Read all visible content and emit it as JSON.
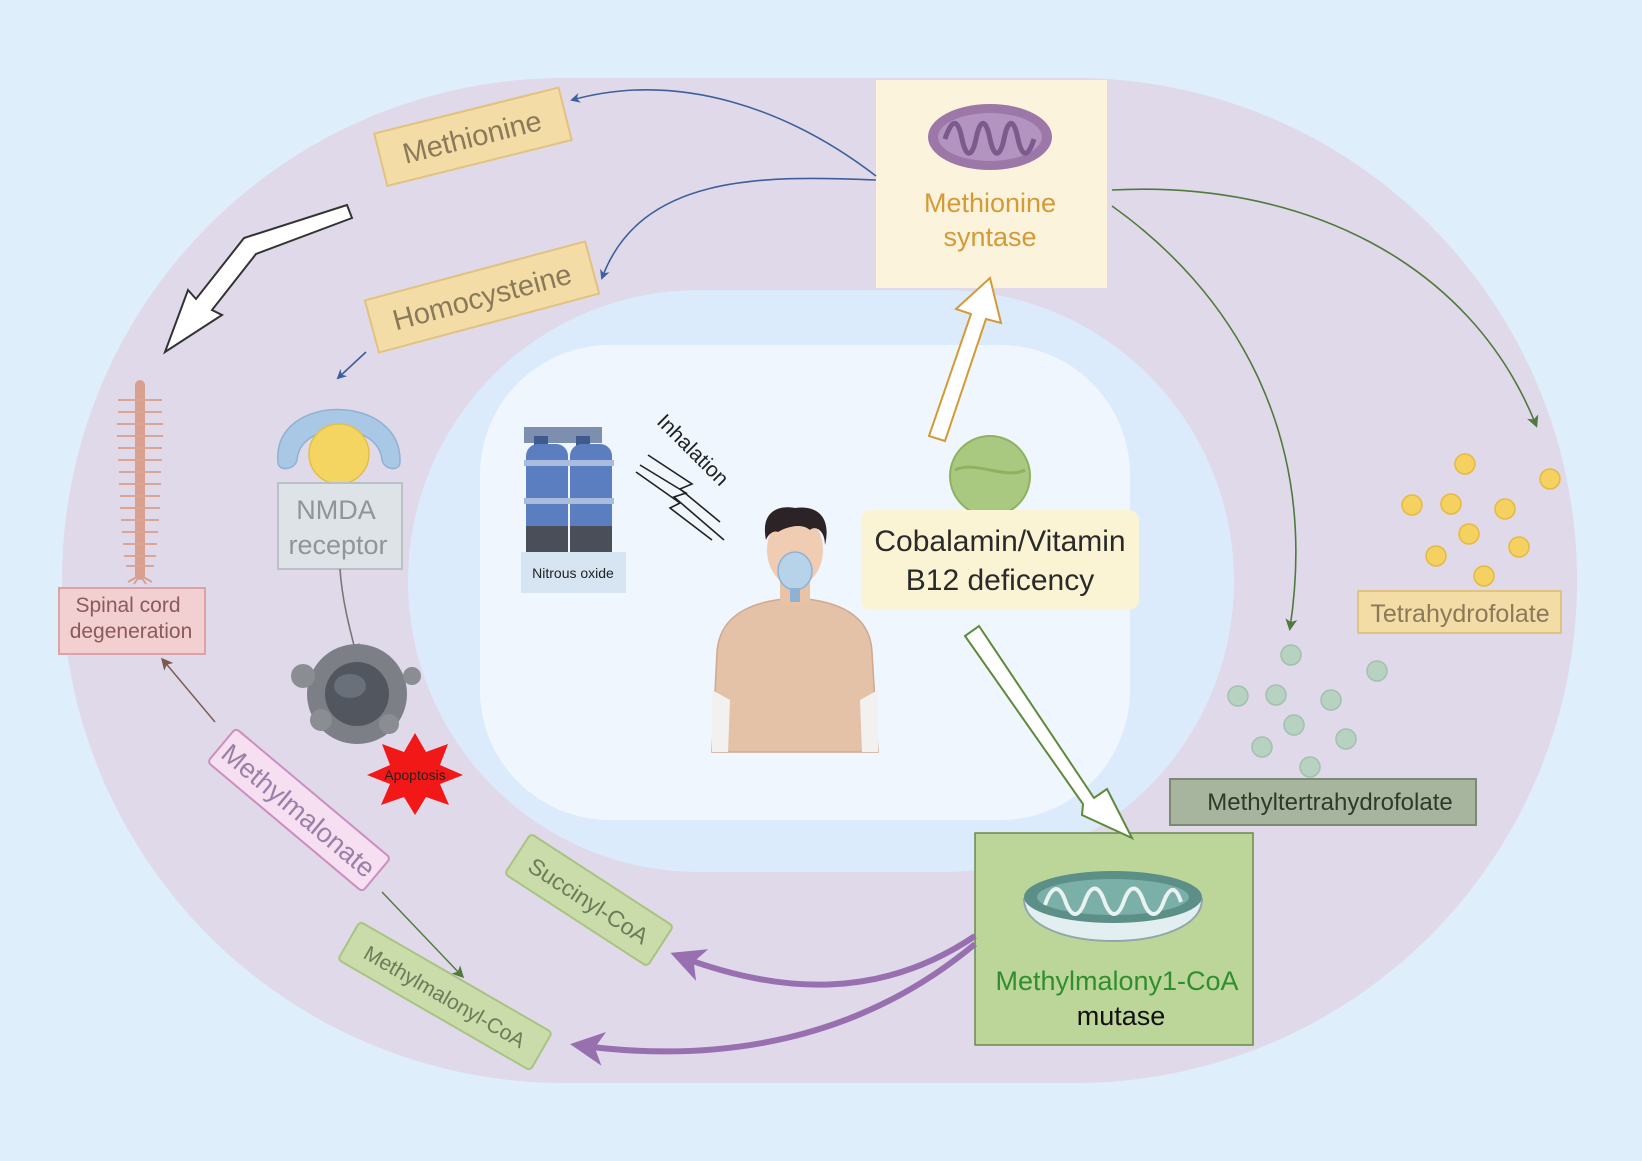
{
  "labels": {
    "methionine": "Methionine",
    "homocysteine": "Homocysteine",
    "methionine_syntase_line1": "Methionine",
    "methionine_syntase_line2": "syntase",
    "nmda_line1": "NMDA",
    "nmda_line2": "receptor",
    "spinal_line1": "Spinal cord",
    "spinal_line2": "degeneration",
    "apoptosis": "Apoptosis",
    "methylmalonate": "Methylmalonate",
    "succinyl_coa": "Succinyl-CoA",
    "methylmalonyl_coa": "Methylmalonyl-CoA",
    "mutase_line1": "Methylmalony1-CoA",
    "mutase_line2": "mutase",
    "methyltetrahydrofolate": "Methyltertrahydrofolate",
    "tetrahydrofolate": "Tetrahydrofolate",
    "b12_line1": "Cobalamin/Vitamin",
    "b12_line2": "B12 deficency",
    "nitrous_oxide": "Nitrous oxide",
    "inhalation": "Inhalation"
  },
  "colors": {
    "background": "#dfeefb",
    "outer_ring": "#e0d9ea",
    "inner_ring": "#dcebfb",
    "core": "#f0f6fd",
    "blue_arrow": "#3d5f9c",
    "green_arrow": "#4f7a3c",
    "purple_arrow": "#9870b0",
    "syntase_text": "#d39a36",
    "mutase_text": "#2f8f2f"
  }
}
